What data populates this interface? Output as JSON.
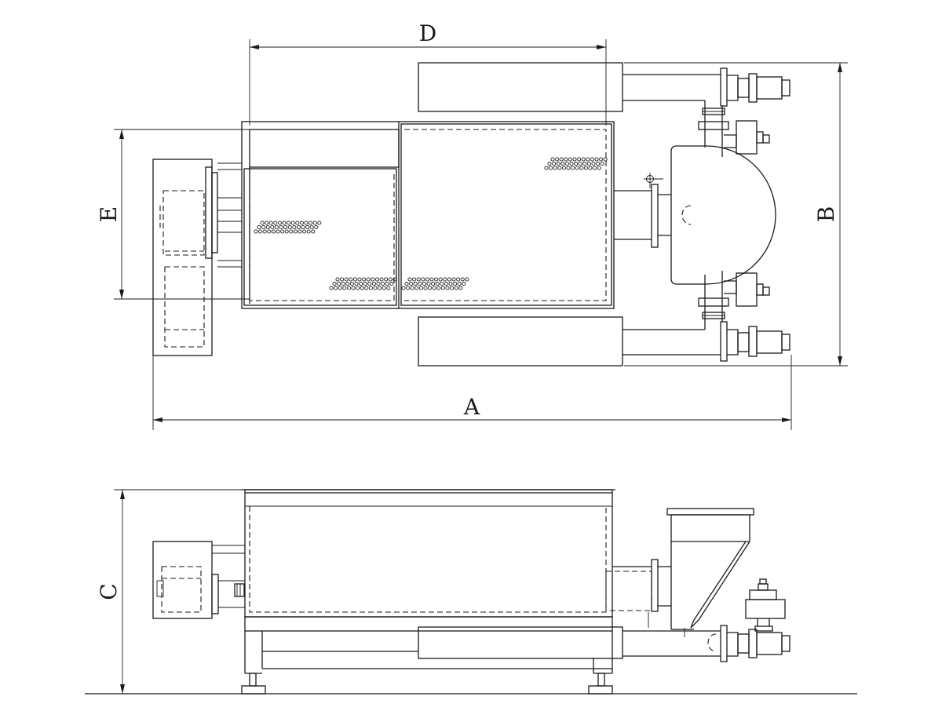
{
  "dimension_labels": {
    "a": "A",
    "b": "B",
    "c": "C",
    "d": "D",
    "e": "E"
  },
  "colors": {
    "line": "#1a1a1a",
    "background": "#ffffff"
  }
}
